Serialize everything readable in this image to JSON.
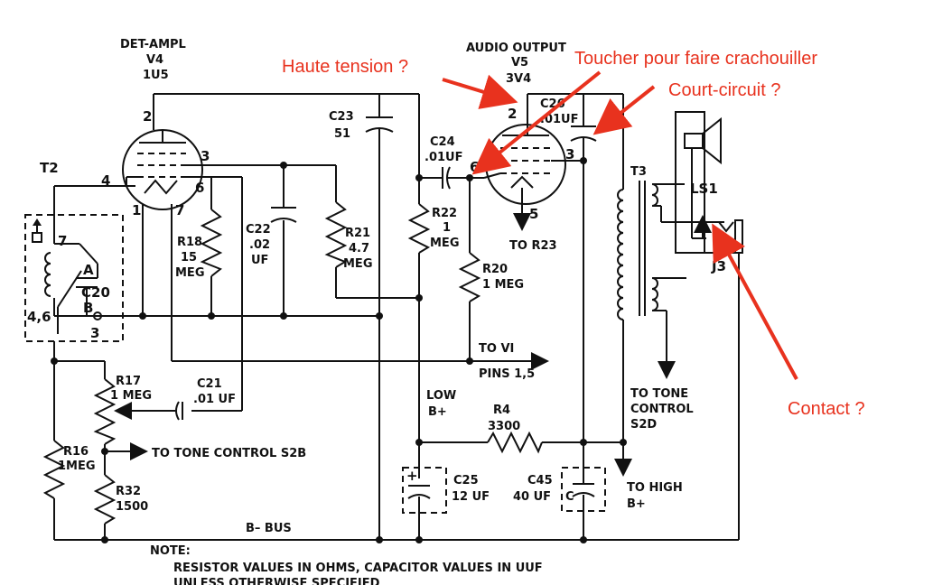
{
  "annotations": {
    "color": "#e8321e",
    "high_voltage": "Haute tension ?",
    "touch_crackle": "Toucher pour faire crachouiller",
    "short_circuit": "Court-circuit ?",
    "contact": "Contact ?"
  },
  "tubes": {
    "v4_func": "DET-AMPL",
    "v4_name": "V4",
    "v4_type": "1U5",
    "v5_func": "AUDIO OUTPUT",
    "v5_name": "V5",
    "v5_type": "3V4"
  },
  "pins": {
    "v4_p2": "2",
    "v4_p3": "3",
    "v4_p4": "4",
    "v4_p6": "6",
    "v4_p1": "1",
    "v4_p7": "7",
    "v5_p2": "2",
    "v5_p6": "6",
    "v5_p3": "3",
    "v5_p5": "5",
    "t2_p7": "7",
    "t2_p46": "4,6",
    "t2_p3": "3",
    "c20_a": "A",
    "c20_b": "B"
  },
  "components": {
    "t2": "T2",
    "c20": "C20",
    "r18_name": "R18",
    "r18_val1": "15",
    "r18_val2": "MEG",
    "c22_name": "C22",
    "c22_val1": ".02",
    "c22_val2": "UF",
    "r21_name": "R21",
    "r21_val1": "4.7",
    "r21_val2": "MEG",
    "c23_name": "C23",
    "c23_val": "51",
    "c24_name": "C24",
    "c24_val": ".01UF",
    "r22_name": "R22",
    "r22_val1": "1",
    "r22_val2": "MEG",
    "r20_name": "R20",
    "r20_val": "1 MEG",
    "c26_name": "C26",
    "c26_val": ".01UF",
    "t3": "T3",
    "ls1": "LS1",
    "j3": "J3",
    "r17_name": "R17",
    "r17_val": "1 MEG",
    "c21_name": "C21",
    "c21_val": ".01 UF",
    "r16_name": "R16",
    "r16_val": "1MEG",
    "r32_name": "R32",
    "r32_val": "1500",
    "r4_name": "R4",
    "r4_val": "3300",
    "c25_name": "C25",
    "c25_val": "12 UF",
    "c45_name": "C45",
    "c45_val": "40 UF",
    "c45_c": "C",
    "plus": "+"
  },
  "connections": {
    "to_r23": "TO R23",
    "to_v1": "TO VI",
    "pins_15": "PINS  1,5",
    "to_tone_s2b": "TO TONE CONTROL S2B",
    "low_b1": "LOW",
    "low_b2": "B+",
    "to_tone_s2d_1": "TO TONE",
    "to_tone_s2d_2": "CONTROL",
    "to_tone_s2d_3": "S2D",
    "to_high_1": "TO HIGH",
    "to_high_2": "B+",
    "b_bus": "B– BUS"
  },
  "note": {
    "title": "NOTE:",
    "line1": "RESISTOR VALUES IN OHMS, CAPACITOR VALUES IN UUF",
    "line2": "UNLESS OTHERWISE SPECIFIED"
  }
}
